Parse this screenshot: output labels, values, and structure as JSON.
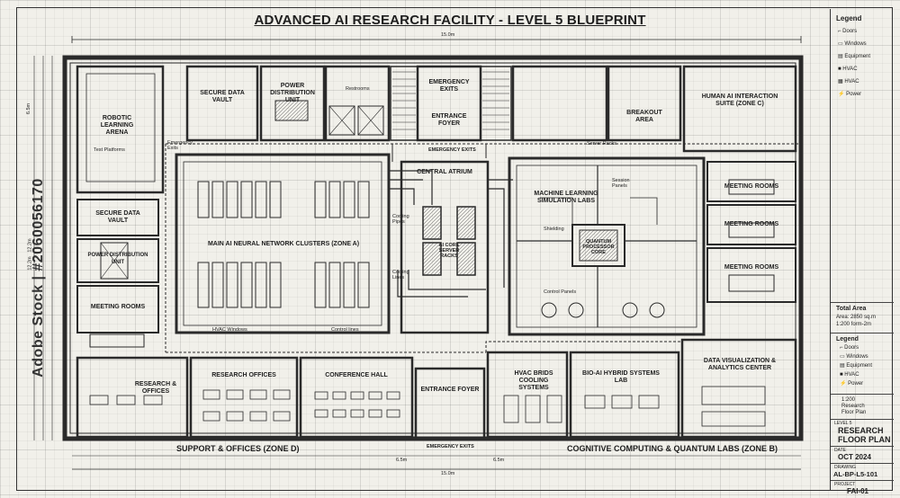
{
  "title": "ADVANCED AI RESEARCH FACILITY - LEVEL 5 BLUEPRINT",
  "watermark": "Adobe Stock | #2060056170",
  "dimensions": {
    "top": "15.0m",
    "bottom": "15.0m",
    "bottom_left": "6.5m",
    "bottom_right": "6.5m",
    "left1": "6.5m",
    "left2": "12.2m",
    "left3": "12.2m"
  },
  "rooms": {
    "robotic_arena": "ROBOTIC LEARNING ARENA",
    "test_platforms": "Test Platforms",
    "secure_vault_top": "SECURE DATA VAULT",
    "power_unit_top": "POWER DISTRIBUTION UNIT",
    "restrooms": "Restrooms",
    "emergency_exits_top": "EMERGENCY EXITS",
    "entrance_foyer_top": "ENTRANCE FOYER",
    "breakout": "BREAKOUT AREA",
    "human_ai": "HUMAN AI INTERACTION SUITE (ZONE C)",
    "emergency_exits_left": "Emergency Exits",
    "emergency_exits_mid": "EMERGENCY EXITS",
    "server_racks": "Server Racks",
    "secure_vault_left": "SECURE DATA VAULT",
    "power_unit_left": "POWER DISTRIBUTION UNIT",
    "meeting_left": "MEETING ROOMS",
    "neural_clusters": "MAIN AI NEURAL NETWORK CLUSTERS (ZONE A)",
    "central_atrium": "CENTRAL ATRIUM",
    "cooling_pipes_1": "Cooling Pipes",
    "cooling_lines": "Cooling Lines",
    "ai_core": "AI CORE SERVER RACKS",
    "hvac_windows": "HVAC Windows",
    "control_lines": "Control lines",
    "ml_labs": "MACHINE LEARNING SIMULATION LABS",
    "session_panels": "Session Panels",
    "shielding": "Shielding",
    "quantum": "QUANTUM PROCESSOR CORE",
    "control_panels": "Control Panels",
    "meeting_r1": "MEETING ROOMS",
    "meeting_r2": "MEETING ROOMS",
    "meeting_r3": "MEETING ROOMS",
    "research_offices_left": "RESEARCH & OFFICES",
    "research_offices": "RESEARCH OFFICES",
    "conference": "CONFERENCE HALL",
    "entrance_foyer_bottom": "ENTRANCE FOYER",
    "hvac_cooling": "HVAC BRIDS COOLING SYSTEMS",
    "bio_hybrid": "BIO-AI HYBRID SYSTEMS LAB",
    "data_viz": "DATA VISUALIZATION & ANALYTICS CENTER",
    "emergency_exits_bottom": "EMERGENCY EXITS"
  },
  "zones": {
    "d": "SUPPORT & OFFICES (ZONE D)",
    "b": "COGNITIVE COMPUTING & QUANTUM LABS (ZONE B)"
  },
  "legend_top": {
    "heading": "Legend",
    "items": [
      "Doors",
      "Windows",
      "Equipment",
      "HVAC",
      "HVAC",
      "Power"
    ]
  },
  "area": {
    "heading": "Total Area",
    "line1": "Area: 2850 sq.m",
    "line2": "1:200 form-2m"
  },
  "legend_bottom": {
    "heading": "Legend",
    "items": [
      "Doors",
      "Windows",
      "Equipment",
      "HVAC",
      "Power"
    ]
  },
  "scale": {
    "line1": "1:200",
    "line2": "Research",
    "line3": "Floor Plan"
  },
  "title_block": {
    "level": "LEVEL 5",
    "name_line1": "RESEARCH",
    "name_line2": "FLOOR PLAN",
    "date_label": "DATE",
    "date": "OCT 2024",
    "drawing_label": "DRAWING",
    "drawing_no": "AL-BP-L5-101",
    "project_label": "PROJECT",
    "project_no": "FAI-01"
  }
}
